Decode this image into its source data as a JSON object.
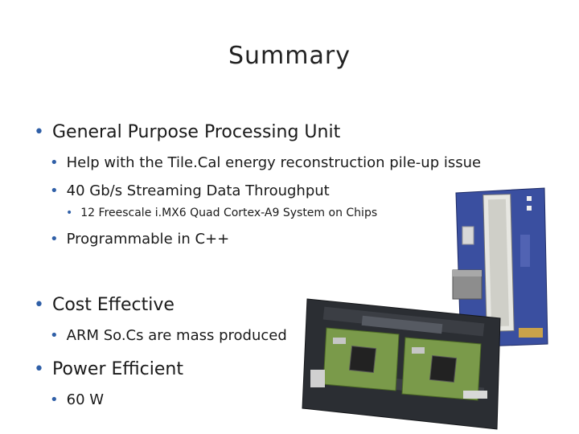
{
  "slide": {
    "title": "Summary",
    "bullets": [
      {
        "level": 1,
        "text": "General Purpose Processing Unit"
      },
      {
        "level": 2,
        "text": "Help with the Tile.Cal energy reconstruction pile-up issue"
      },
      {
        "level": 2,
        "text": "40 Gb/s Streaming Data Throughput"
      },
      {
        "level": 3,
        "text": "12 Freescale i.MX6 Quad Cortex-A9 System on Chips"
      },
      {
        "level": 2,
        "text": "Programmable in C++"
      },
      {
        "level": 1,
        "text": "Cost Effective"
      },
      {
        "level": 2,
        "text": "ARM So.Cs are mass produced"
      },
      {
        "level": 1,
        "text": "Power Efficient"
      },
      {
        "level": 2,
        "text": "60 W"
      }
    ],
    "bullet_glyph": "•",
    "colors": {
      "bullet": "#2f5fa7",
      "board_blue": "#3a4fa0",
      "board_dark": "#2b2e33",
      "module_green": "#7a9a4a"
    }
  }
}
